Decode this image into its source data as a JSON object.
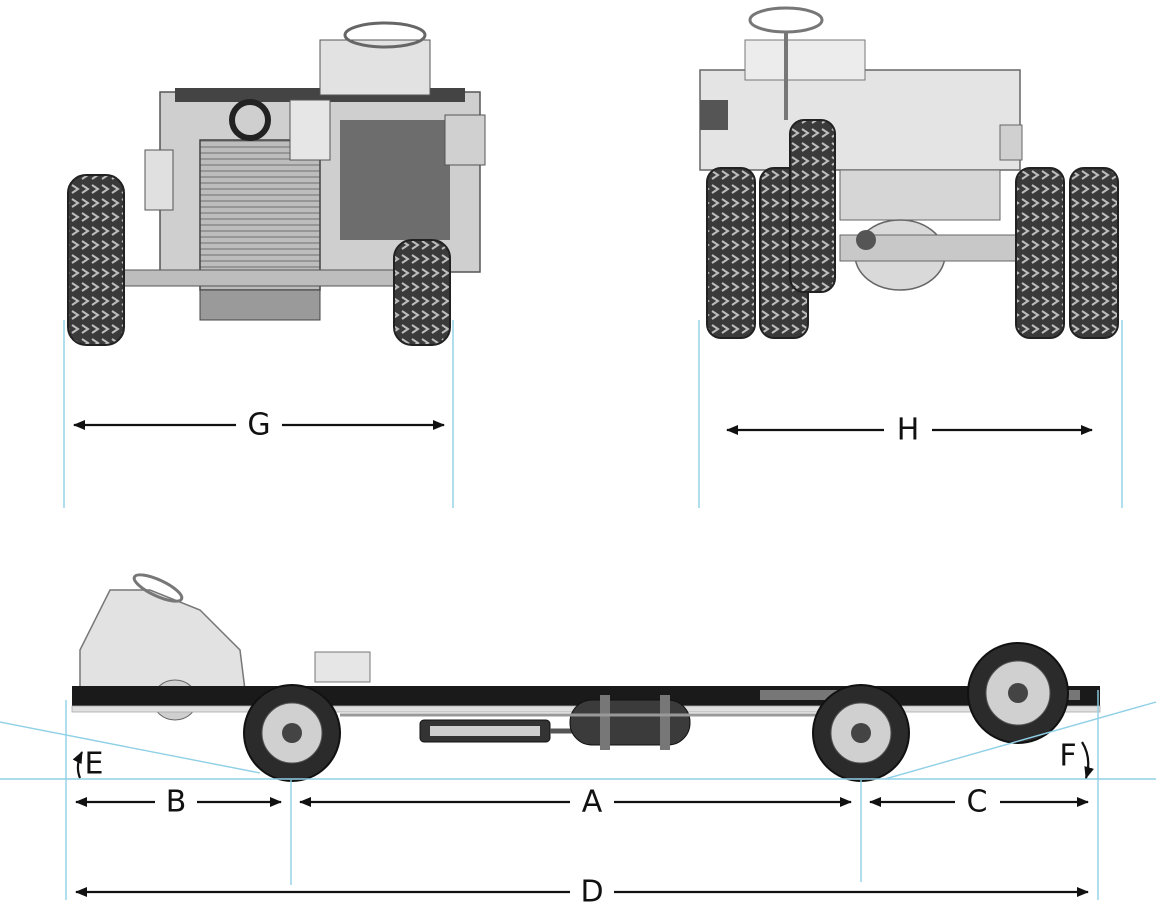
{
  "diagram": {
    "labels": {
      "A": "A",
      "B": "B",
      "C": "C",
      "D": "D",
      "E": "E",
      "F": "F",
      "G": "G",
      "H": "H"
    },
    "colors": {
      "guide": "#8fd0e6",
      "arrow": "#111111",
      "frame": "#1a1a1a",
      "tire": "#2b2b2b",
      "body": "#d9d9d9"
    }
  }
}
